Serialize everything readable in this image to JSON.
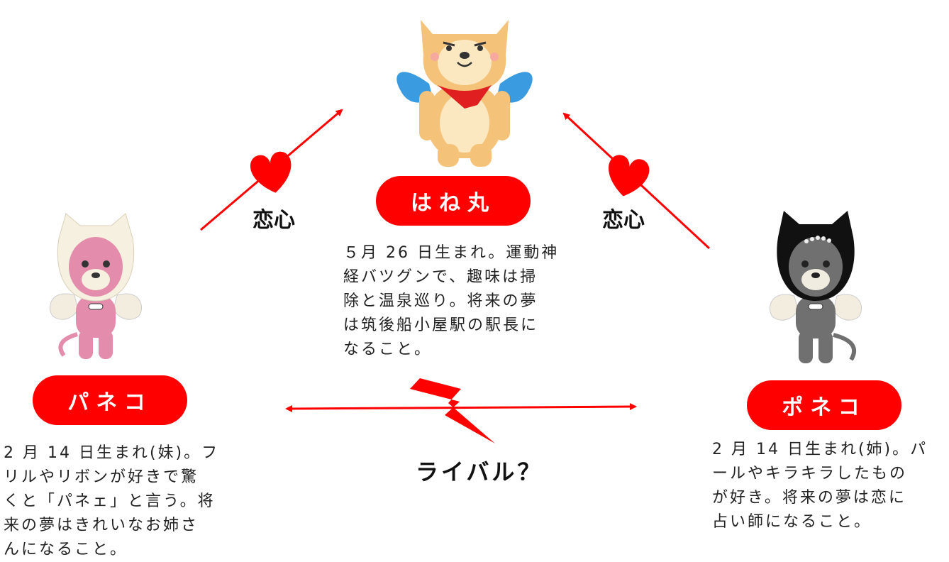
{
  "characters": {
    "hanemaru": {
      "name": "はね丸",
      "desc_lines": [
        "５月 26 日生まれ。運動神",
        "経バツグンで、趣味は掃",
        "除と温泉巡り。将来の夢",
        "は筑後船小屋駅の駅長に",
        "なること。"
      ]
    },
    "paneko": {
      "name": "パネコ",
      "desc_lines": [
        "2 月 14 日生まれ(妹)。フ",
        "リルやリボンが好きで驚",
        "くと「パネェ」と言う。将",
        "来の夢はきれいなお姉さ",
        "んになること。"
      ]
    },
    "poneko": {
      "name": "ポネコ",
      "desc_lines": [
        "2 月 14 日生まれ(姉)。パ",
        "ールやキラキラしたもの",
        "が好き。将来の夢は恋に",
        "占い師になること。"
      ]
    }
  },
  "relations": {
    "love_left": "恋心",
    "love_right": "恋心",
    "rival": "ライバル？"
  },
  "colors": {
    "accent": "#ff0000"
  }
}
